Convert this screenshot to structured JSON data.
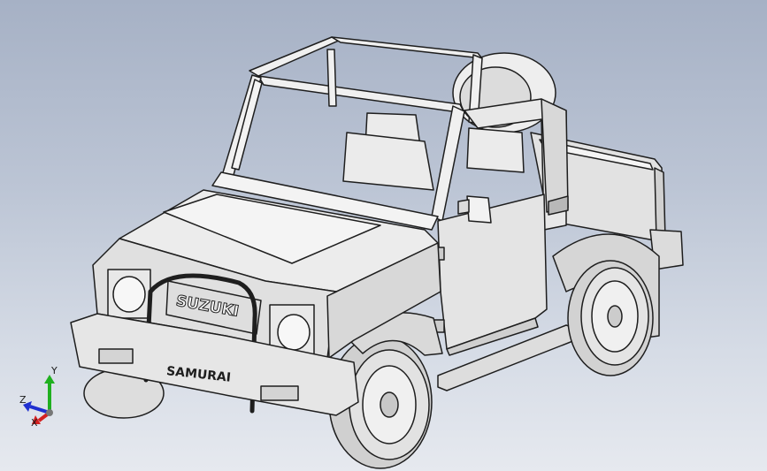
{
  "viewport": {
    "background_top": "#a6b1c5",
    "background_bottom": "#e6e9ef"
  },
  "model": {
    "grille_badge": "SUZUKI",
    "bumper_badge": "SAMURAI",
    "body_color": "#e6e6e6",
    "edge_color": "#1e1e1e"
  },
  "triad": {
    "x_label": "X",
    "y_label": "Y",
    "z_label": "Z",
    "x_color": "#d42020",
    "y_color": "#20b020",
    "z_color": "#2030d0"
  }
}
